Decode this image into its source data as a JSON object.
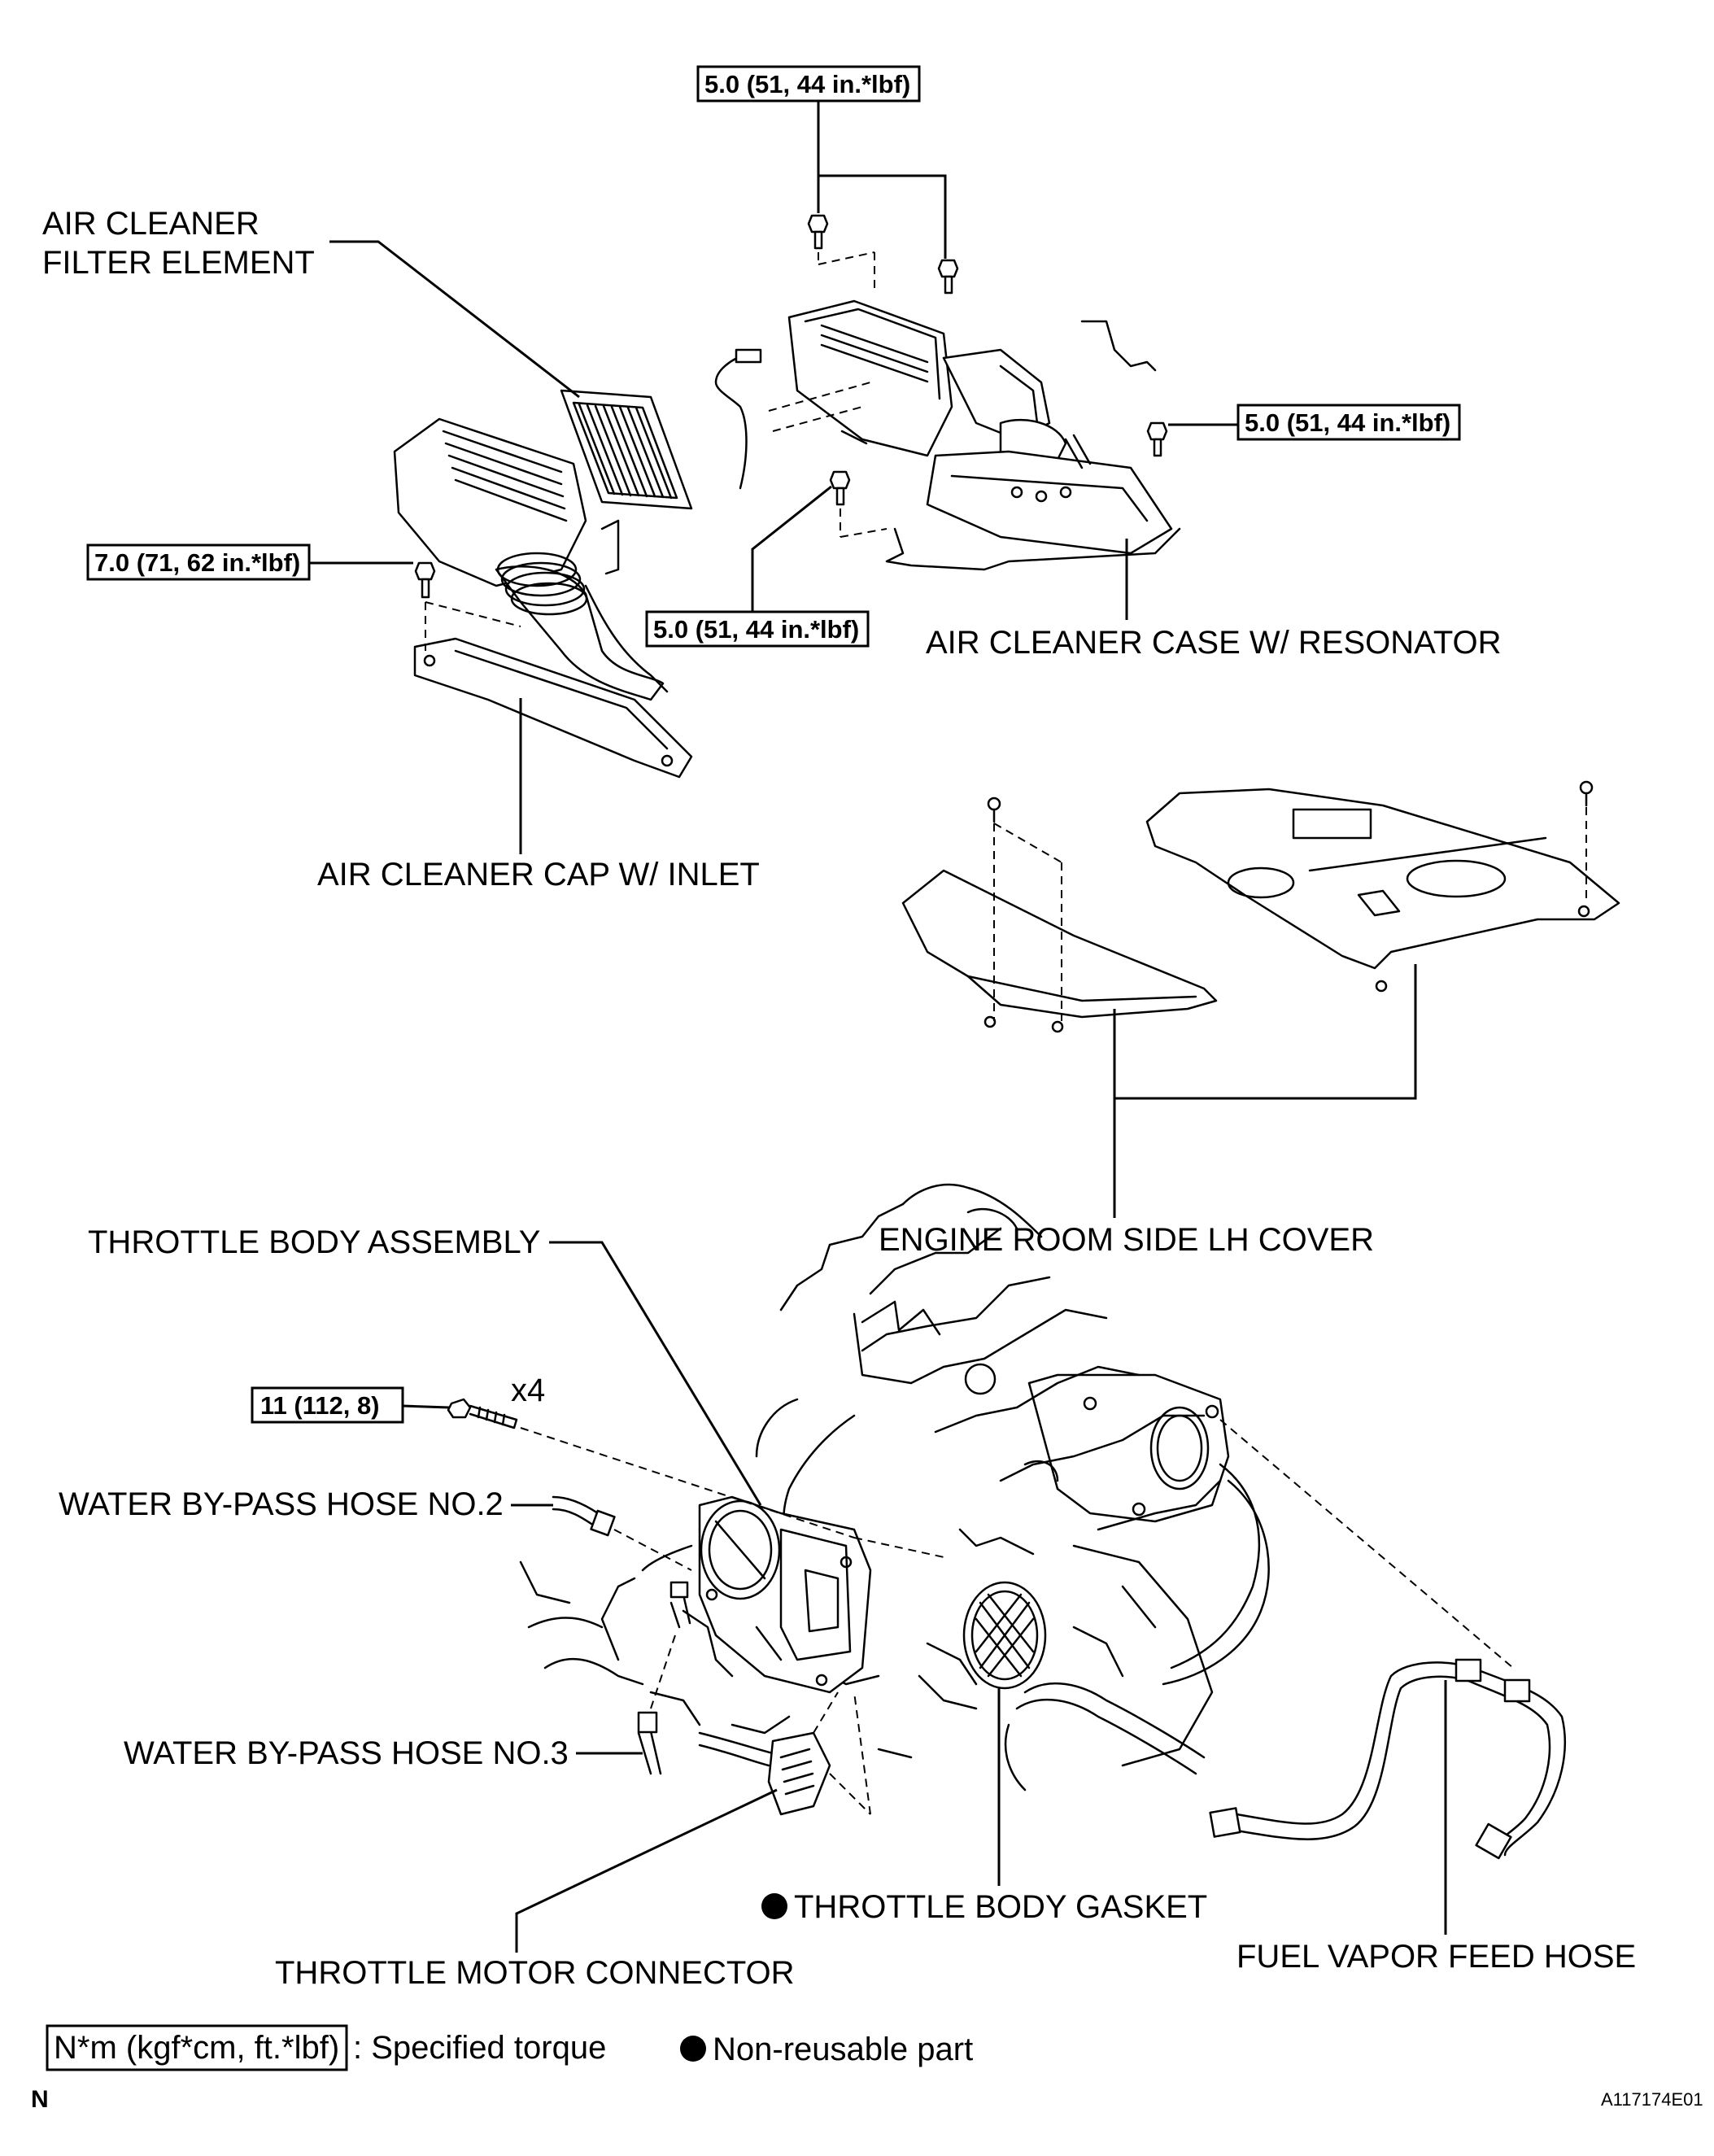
{
  "labels": {
    "air_cleaner_filter_element_l1": "AIR CLEANER",
    "air_cleaner_filter_element_l2": "FILTER ELEMENT",
    "air_cleaner_case": "AIR CLEANER CASE W/ RESONATOR",
    "air_cleaner_cap": "AIR CLEANER CAP W/ INLET",
    "engine_room_side_lh_cover": "ENGINE ROOM SIDE LH COVER",
    "throttle_body_assembly": "THROTTLE BODY ASSEMBLY",
    "water_bypass_hose_2": "WATER BY-PASS HOSE NO.2",
    "water_bypass_hose_3": "WATER BY-PASS HOSE NO.3",
    "throttle_body_gasket": "THROTTLE BODY GASKET",
    "throttle_motor_connector": "THROTTLE MOTOR CONNECTOR",
    "fuel_vapor_feed_hose": "FUEL VAPOR FEED HOSE"
  },
  "torques": {
    "case_top": "5.0 (51, 44 in.*lbf)",
    "case_right": "5.0 (51, 44 in.*lbf)",
    "case_bottom": "5.0 (51, 44 in.*lbf)",
    "cap": "7.0 (71, 62 in.*lbf)",
    "throttle_body": "11 (112, 8)"
  },
  "quantity": "x4",
  "legend": {
    "torque_box": "N*m (kgf*cm, ft.*lbf)",
    "torque_text": ": Specified torque",
    "nonreusable_text": "Non-reusable part"
  },
  "corner_left": "N",
  "figure_id": "A117174E01"
}
